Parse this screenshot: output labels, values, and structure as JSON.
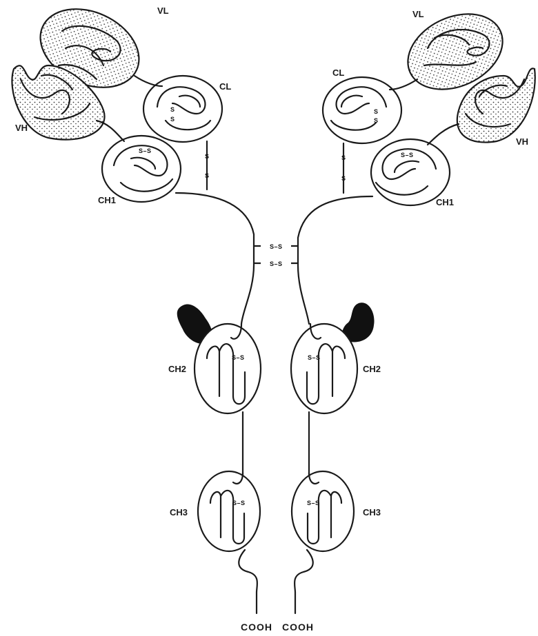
{
  "labels": {
    "vl_left": "VL",
    "vl_right": "VL",
    "vh_left": "VH",
    "vh_right": "VH",
    "cl_left": "CL",
    "cl_right": "CL",
    "ch1_left": "CH1",
    "ch1_right": "CH1",
    "ch2_left": "CH2",
    "ch2_right": "CH2",
    "ch3_left": "CH3",
    "ch3_right": "CH3"
  },
  "disulfide": {
    "bond": "S–S",
    "sulfur": "S"
  },
  "termini": {
    "left": "COOH",
    "right": "COOH"
  },
  "colors": {
    "ink": "#1a1a1a",
    "carbohydrate": "#111111",
    "background": "#ffffff"
  }
}
